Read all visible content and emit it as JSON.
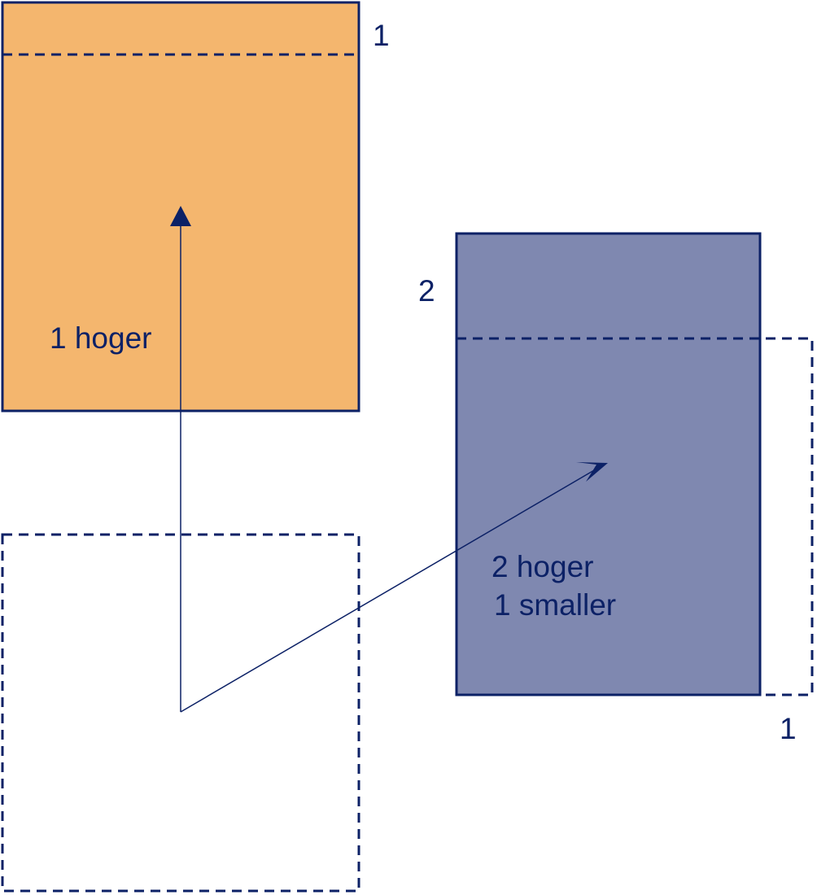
{
  "colors": {
    "line": "#0c2166",
    "orange_fill": "#f4b66e",
    "blue_fill": "#7f88b0",
    "background": "#ffffff"
  },
  "labels": {
    "orange_top_mark": "1",
    "orange_text": "1 hoger",
    "blue_left_mark": "2",
    "blue_text_line1": "2 hoger",
    "blue_text_line2": "1 smaller",
    "blue_bottom_mark": "1"
  }
}
